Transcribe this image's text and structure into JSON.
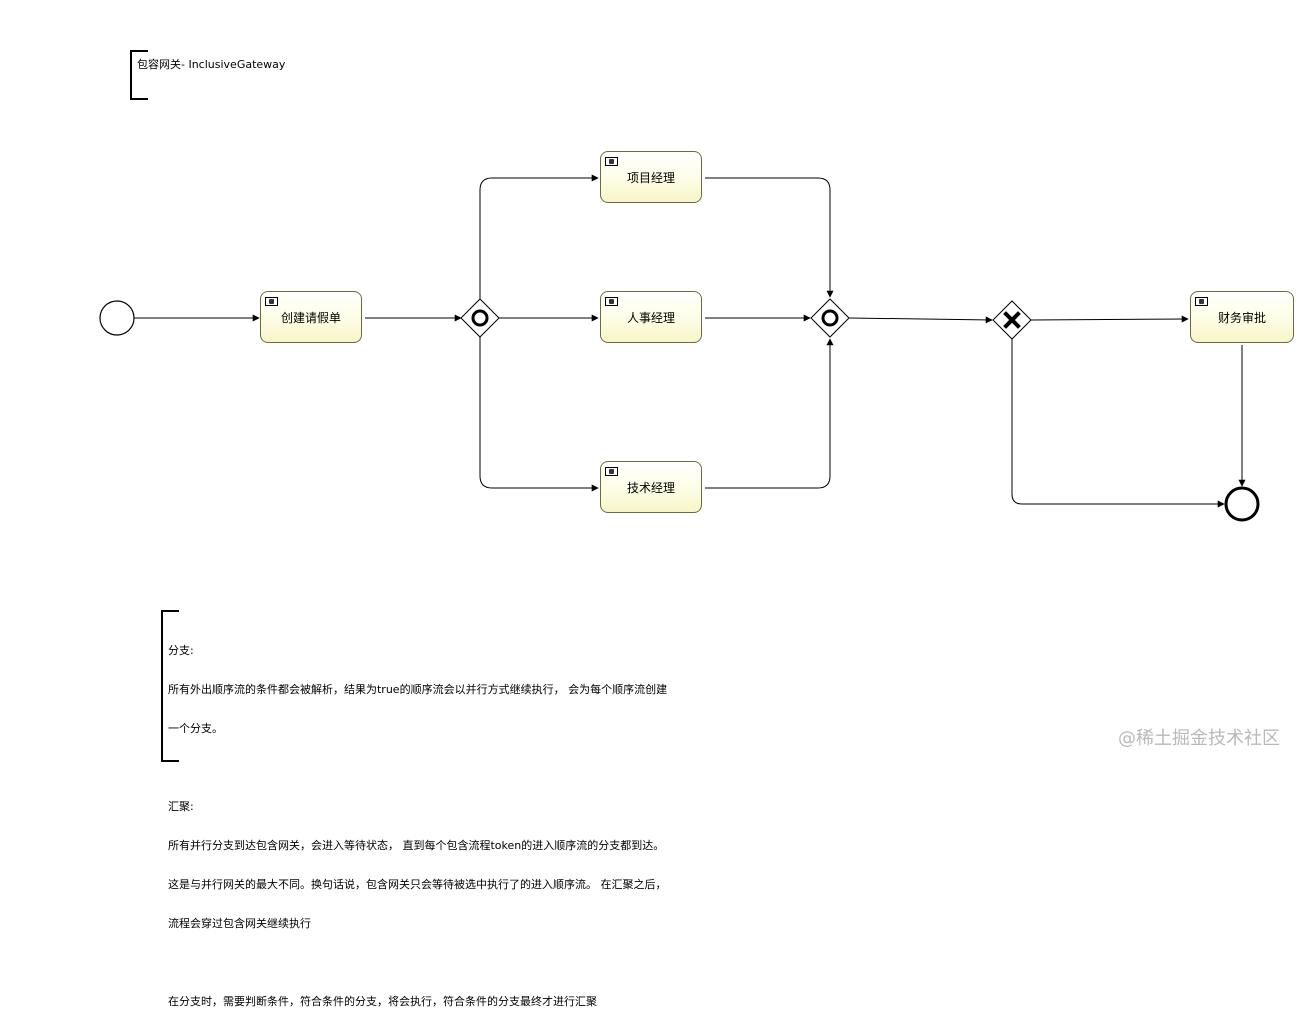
{
  "title_annotation": "包容网关- InclusiveGateway",
  "tasks": {
    "create": "创建请假单",
    "pm": "项目经理",
    "hr": "人事经理",
    "tech": "技术经理",
    "finance": "财务审批"
  },
  "notes": {
    "split_title": "分支:",
    "split_line1": "所有外出顺序流的条件都会被解析，结果为true的顺序流会以并行方式继续执行， 会为每个顺序流创建",
    "split_line2": "一个分支。",
    "join_title": "汇聚:",
    "join_line1": "所有并行分支到达包含网关，会进入等待状态， 直到每个包含流程token的进入顺序流的分支都到达。",
    "join_line2": "这是与并行网关的最大不同。换句话说，包含网关只会等待被选中执行了的进入顺序流。 在汇聚之后，",
    "join_line3": "流程会穿过包含网关继续执行",
    "summary": "在分支时，需要判断条件，符合条件的分支，将会执行，符合条件的分支最终才进行汇聚"
  },
  "watermark": "@稀土掘金技术社区",
  "colors": {
    "task_border": "#6b6b40",
    "task_fill_top": "#ffffff",
    "task_fill_bottom": "#f7f5c6",
    "line": "#000000"
  }
}
